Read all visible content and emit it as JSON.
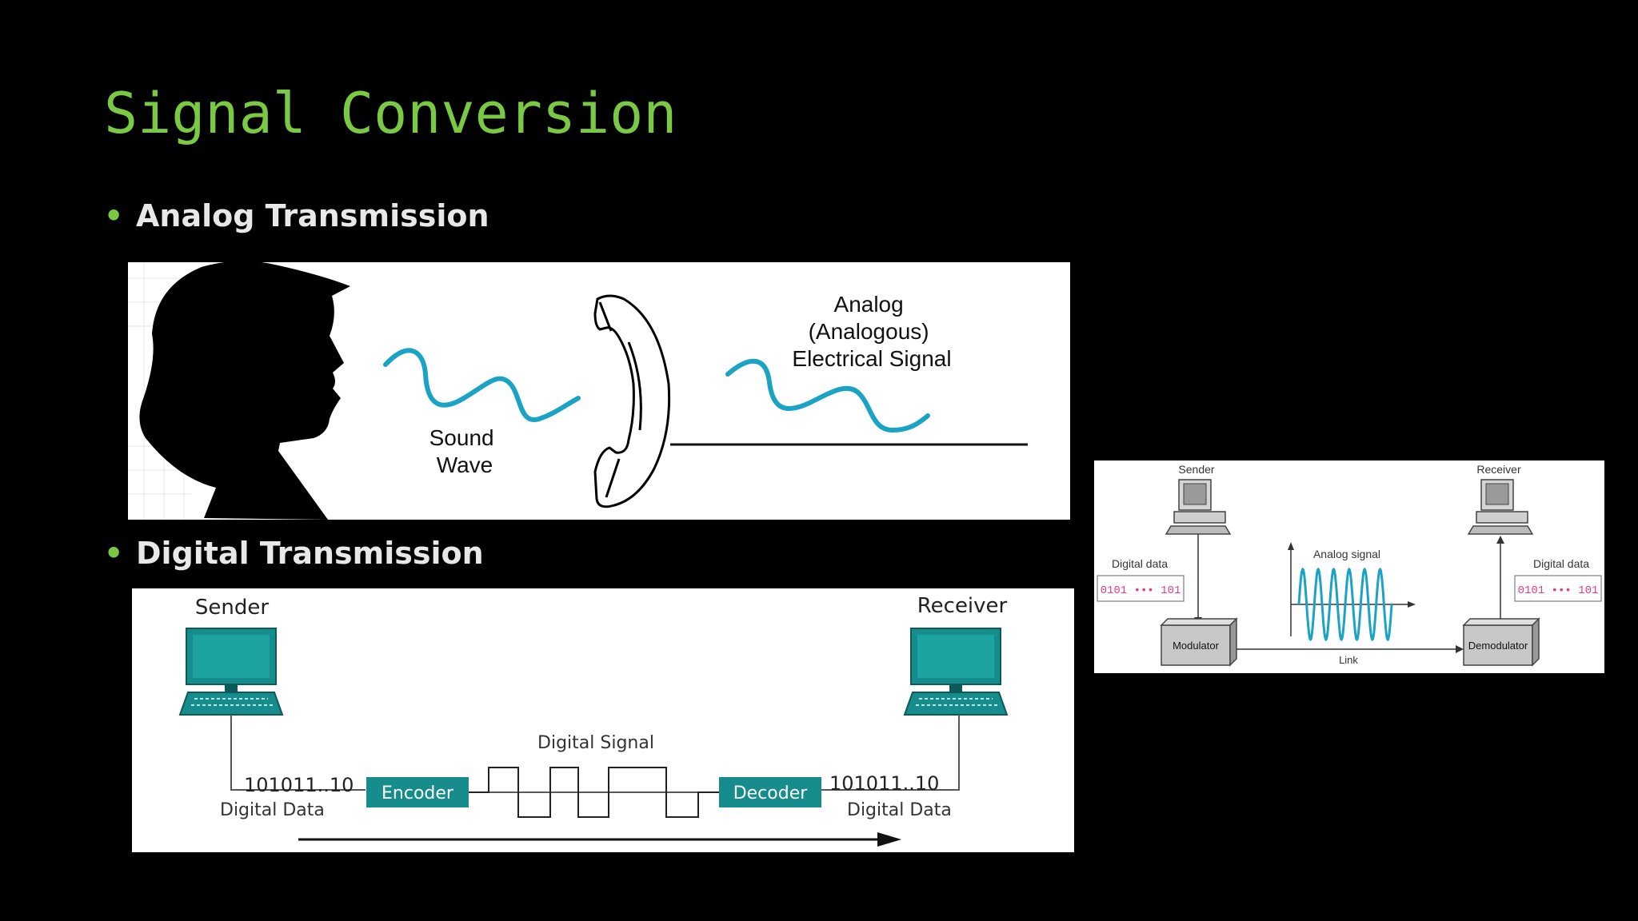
{
  "slide": {
    "title": "Signal Conversion"
  },
  "bullets": [
    {
      "label": "Analog Transmission"
    },
    {
      "label": "Digital Transmission"
    }
  ],
  "analog_diagram": {
    "sound_wave_label": [
      "Sound",
      "Wave"
    ],
    "signal_label": [
      "Analog",
      "(Analogous)",
      "Electrical Signal"
    ],
    "wave_color": "#1ba3c6"
  },
  "digital_diagram": {
    "sender_label": "Sender",
    "receiver_label": "Receiver",
    "sender_bits": "101011..10",
    "receiver_bits": "101011..10",
    "sender_data_label": "Digital Data",
    "receiver_data_label": "Digital Data",
    "encoder_label": "Encoder",
    "decoder_label": "Decoder",
    "signal_label": "Digital Signal",
    "accent_color": "#178c8c"
  },
  "modulation_diagram": {
    "sender_label": "Sender",
    "receiver_label": "Receiver",
    "sender_data_label": "Digital data",
    "receiver_data_label": "Digital data",
    "sender_bits": "0101 ••• 101",
    "receiver_bits": "0101 ••• 101",
    "analog_signal_label": "Analog signal",
    "modulator_label": "Modulator",
    "demodulator_label": "Demodulator",
    "link_label": "Link",
    "bits_color": "#e0408a",
    "wave_color": "#1ba3c6"
  }
}
